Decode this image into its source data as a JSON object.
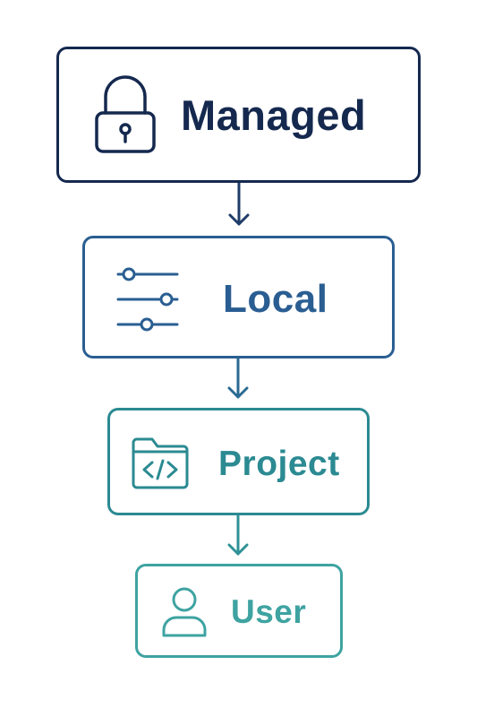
{
  "diagram": {
    "tiers": [
      {
        "label": "Managed",
        "icon": "padlock-icon",
        "color": "#15294f"
      },
      {
        "label": "Local",
        "icon": "sliders-icon",
        "color": "#2a5e92"
      },
      {
        "label": "Project",
        "icon": "code-folder-icon",
        "color": "#2b8a92"
      },
      {
        "label": "User",
        "icon": "user-icon",
        "color": "#3ea3a1"
      }
    ],
    "arrows": [
      {
        "from": "Managed",
        "to": "Local",
        "color": "#1e3c68"
      },
      {
        "from": "Local",
        "to": "Project",
        "color": "#2a6a92"
      },
      {
        "from": "Project",
        "to": "User",
        "color": "#2f9296"
      }
    ]
  }
}
